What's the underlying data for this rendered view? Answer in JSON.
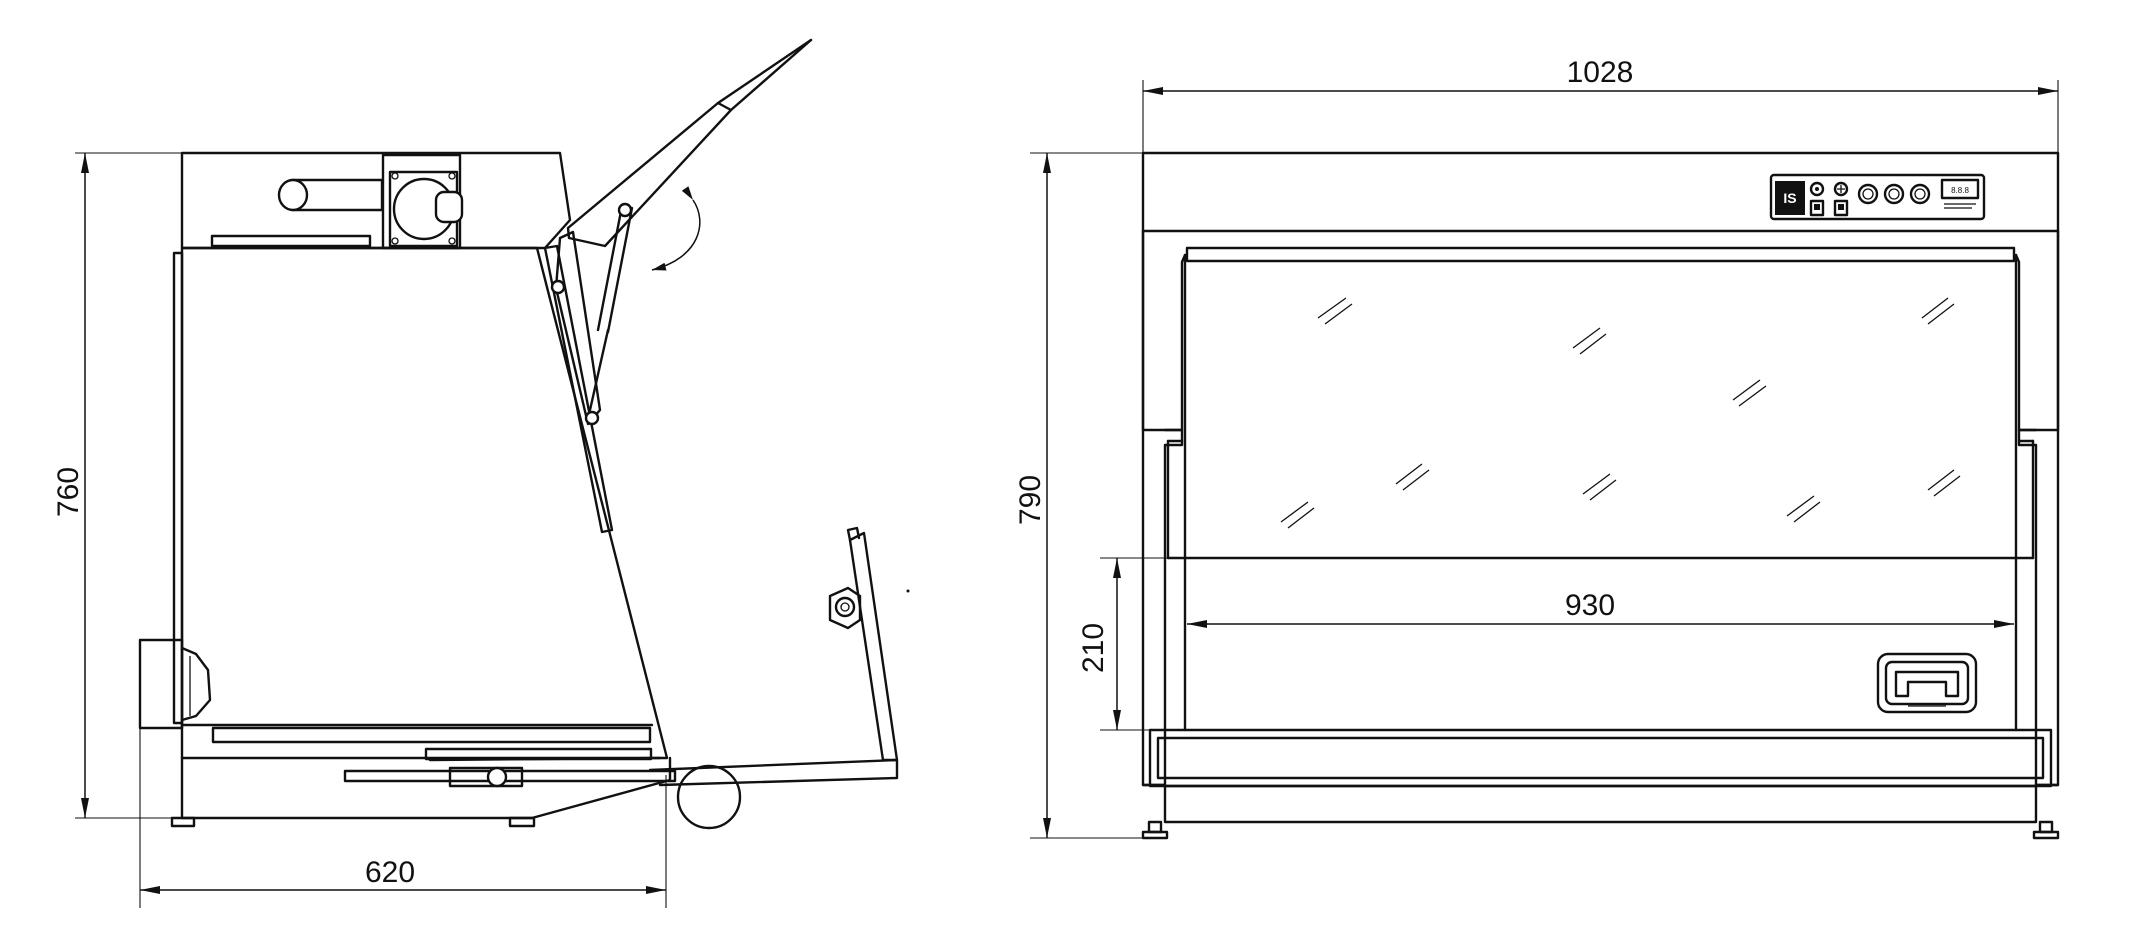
{
  "drawing": {
    "side_view": {
      "height_dimension": "760",
      "depth_dimension": "620"
    },
    "front_view": {
      "width_dimension": "1028",
      "height_dimension": "790",
      "opening_width_dimension": "930",
      "opening_height_dimension": "210"
    },
    "control_panel": {
      "logo_text": "IS",
      "display_text": "8.8.8"
    }
  }
}
